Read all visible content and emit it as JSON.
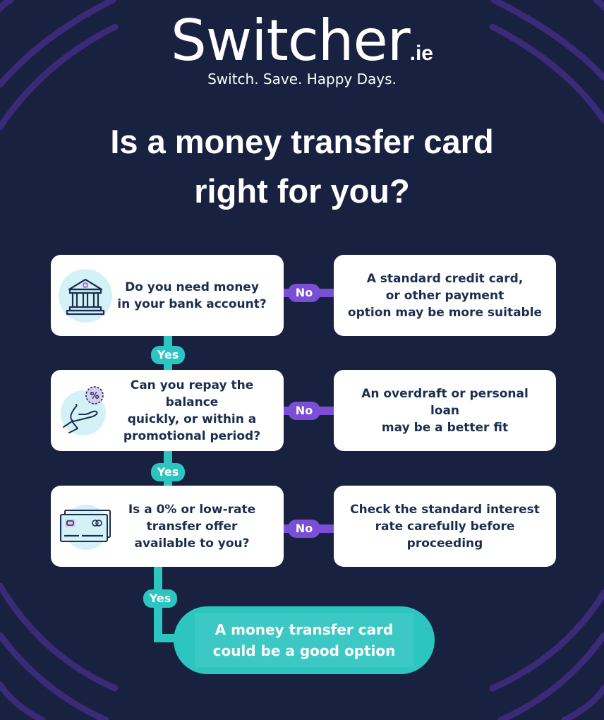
{
  "brand": {
    "logo_text": "Switcher",
    "logo_tld": ".ie",
    "tagline": "Switch. Save. Happy Days."
  },
  "title": {
    "line1": "Is a money transfer card",
    "line2": "right for you?"
  },
  "flow": {
    "steps": [
      {
        "icon": "bank-icon",
        "question": "Do you need money\nin your bank account?",
        "yes_label": "Yes",
        "no_label": "No",
        "no_outcome": "A standard credit card,\nor other payment\noption may be more suitable"
      },
      {
        "icon": "hand-percent-icon",
        "question": "Can you repay the balance\nquickly, or within a\npromotional period?",
        "yes_label": "Yes",
        "no_label": "No",
        "no_outcome": "An overdraft or personal loan\nmay be a better fit"
      },
      {
        "icon": "credit-cards-icon",
        "question": "Is a 0% or low-rate\ntransfer offer\navailable to you?",
        "yes_label": "Yes",
        "no_label": "No",
        "no_outcome": "Check the standard interest\nrate carefully before\nproceeding"
      }
    ],
    "result": "A money transfer card\ncould be a good option"
  },
  "colors": {
    "background": "#18213f",
    "yes_teal": "#2cc5c0",
    "no_purple": "#7a4fd6",
    "card_text": "#1b2e4f",
    "icon_circle": "#d4f1f8",
    "arc_purple": "#3a2a78"
  }
}
